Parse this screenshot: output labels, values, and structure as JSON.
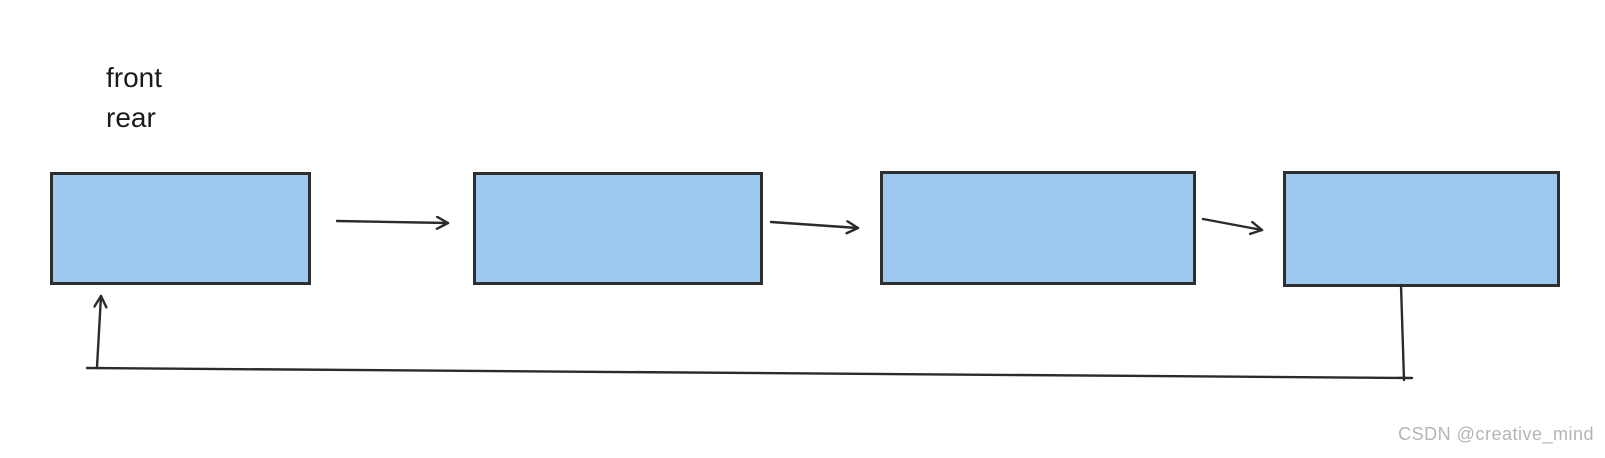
{
  "labels": {
    "front": "front",
    "rear": "rear"
  },
  "watermark": "CSDN @creative_mind",
  "colors": {
    "node_fill": "#9DC9EE",
    "node_border": "#2E2E2E",
    "arrow_color": "#2B2B2B",
    "label_color": "#1A1A1A",
    "watermark_color": "#B4B4B4",
    "background": "#FFFFFF"
  }
}
